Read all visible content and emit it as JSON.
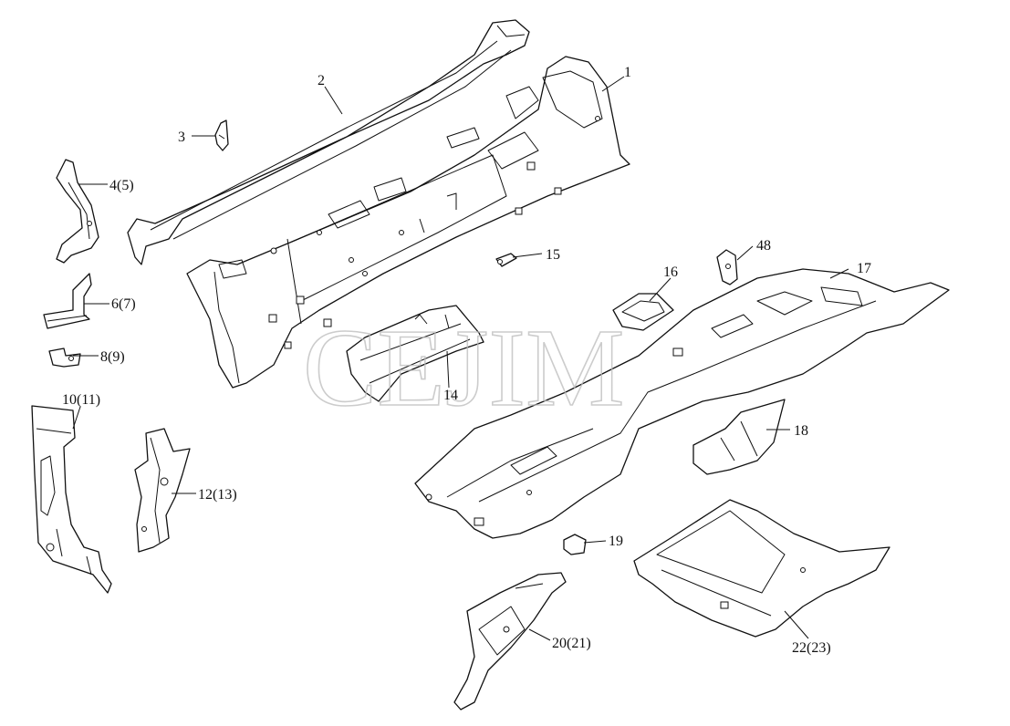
{
  "watermark": "CEJIM",
  "callouts": [
    {
      "id": "c1",
      "text": "1"
    },
    {
      "id": "c2",
      "text": "2"
    },
    {
      "id": "c3",
      "text": "3"
    },
    {
      "id": "c4",
      "text": "4(5)"
    },
    {
      "id": "c6",
      "text": "6(7)"
    },
    {
      "id": "c8",
      "text": "8(9)"
    },
    {
      "id": "c10",
      "text": "10(11)"
    },
    {
      "id": "c12",
      "text": "12(13)"
    },
    {
      "id": "c14",
      "text": "14"
    },
    {
      "id": "c15",
      "text": "15"
    },
    {
      "id": "c16",
      "text": "16"
    },
    {
      "id": "c17",
      "text": "17"
    },
    {
      "id": "c18",
      "text": "18"
    },
    {
      "id": "c19",
      "text": "19"
    },
    {
      "id": "c20",
      "text": "20(21)"
    },
    {
      "id": "c22",
      "text": "22(23)"
    },
    {
      "id": "c48",
      "text": "48"
    }
  ]
}
